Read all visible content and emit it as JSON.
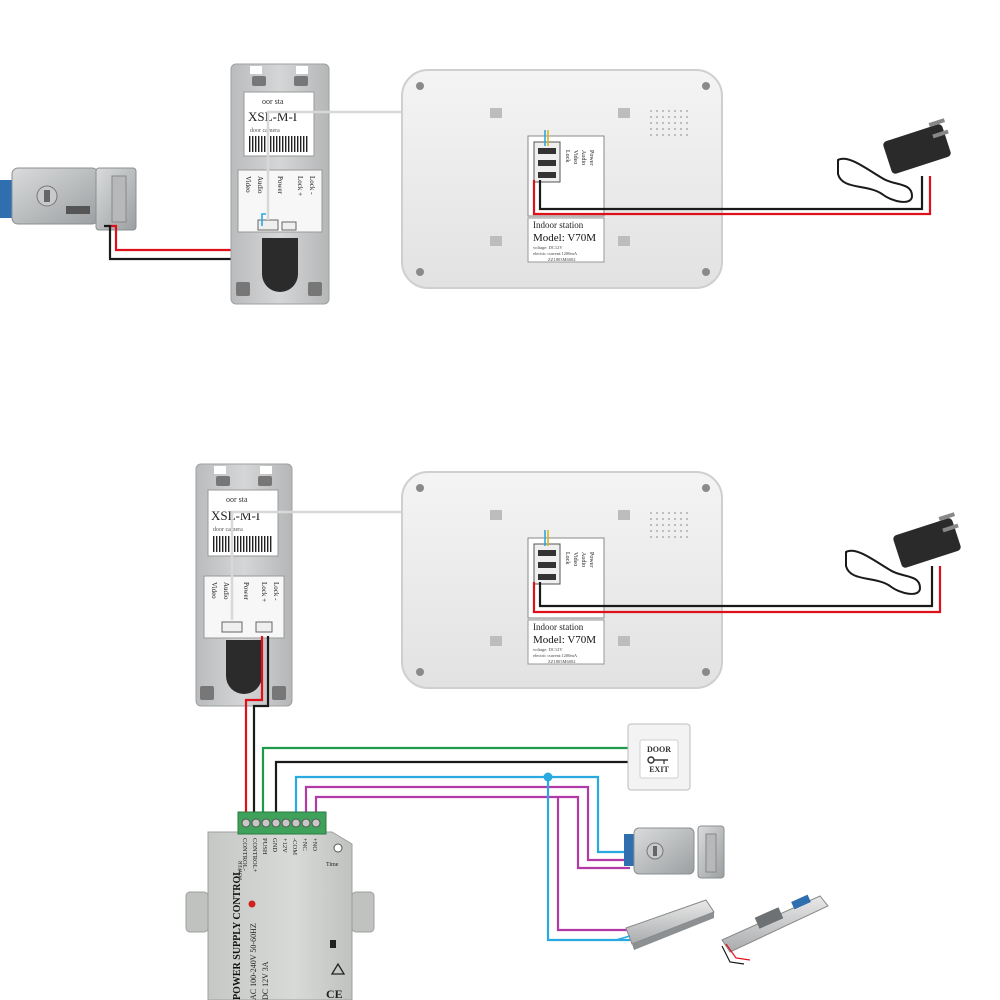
{
  "colors": {
    "wire_red": "#e0101a",
    "wire_black": "#1a1a1a",
    "wire_white": "#d8d8d8",
    "wire_green": "#1f9a4a",
    "wire_blue": "#2aa8e0",
    "wire_purple": "#b23aa8",
    "panel_gray": "#c9cbcc",
    "monitor_gray": "#eeeeee",
    "psu_gray": "#d2d4d2",
    "terminal_green": "#3fa25a"
  },
  "top": {
    "outdoor": {
      "header": "oor sta",
      "brand": "XSL-M-I",
      "sub": "door camera",
      "terminals": [
        "Video",
        "Audio",
        "Power",
        "Lock +",
        "Lock -"
      ]
    },
    "indoor": {
      "label_title": "Indoor station",
      "model": "Model: V70M",
      "voltage": "voltage: DC12V",
      "current": "electric current:1200mA",
      "barcode": "ZZ1803M6002",
      "port_labels": [
        "Lock",
        "Video",
        "Audio",
        "Power"
      ]
    }
  },
  "bottom": {
    "outdoor": {
      "header": "oor sta",
      "brand": "XSL-M-I",
      "sub": "door camera",
      "terminals": [
        "Video",
        "Audio",
        "Power",
        "Lock +",
        "Lock -"
      ]
    },
    "indoor": {
      "label_title": "Indoor station",
      "model": "Model: V70M",
      "voltage": "voltage: DC12V",
      "current": "electric current:1200mA",
      "barcode": "ZZ1803M6002",
      "port_labels": [
        "Lock",
        "Video",
        "Audio",
        "Power"
      ]
    },
    "exit_button": {
      "line1": "DOOR",
      "line2": "EXIT"
    },
    "psu": {
      "terminals": [
        "CONTROL-",
        "CONTROL+",
        "PUSH",
        "GND",
        "+12V",
        "-COM",
        "+NC",
        "+NO"
      ],
      "time": "Time",
      "power": "POWER",
      "title": "POWER SUPPLY CONTROL",
      "input": "AC 100-240V 50-60HZ",
      "output": "DC 12V 3A",
      "ce": "CE"
    }
  }
}
